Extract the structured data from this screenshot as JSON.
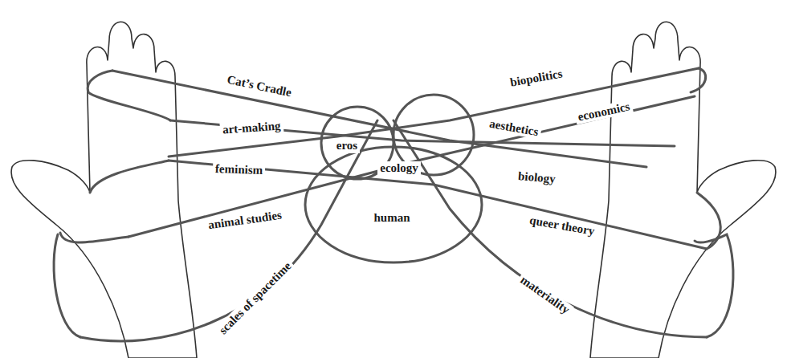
{
  "diagram": {
    "labels": [
      "Cat’s Cradle",
      "art-making",
      "feminism",
      "animal studies",
      "scales of spacetime",
      "eros",
      "ecology",
      "human",
      "biopolitics",
      "aesthetics",
      "economics",
      "biology",
      "queer theory",
      "materiality"
    ]
  }
}
